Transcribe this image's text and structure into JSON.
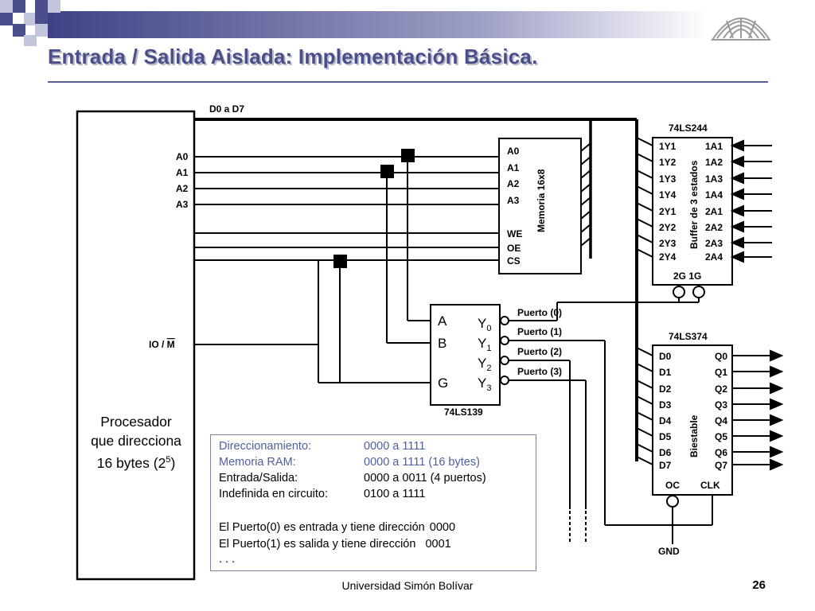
{
  "slide": {
    "title": "Entrada / Salida Aislada:  Implementación Básica.",
    "footer": "Universidad Simón Bolívar",
    "page_number": "26"
  },
  "diagram": {
    "bus_label": "D0 a D7",
    "processor": {
      "line1": "Procesador",
      "line2": "que direcciona",
      "line3": "16 bytes (2",
      "sup": "5",
      "line3_end": ")",
      "pins": [
        "A0",
        "A1",
        "A2",
        "A3"
      ],
      "io_m": "IO / ",
      "io_m_bar": "M"
    },
    "memory": {
      "name": "Memoria 16x8",
      "pins": [
        "A0",
        "A1",
        "A2",
        "A3",
        "WE",
        "OE",
        "CS"
      ]
    },
    "buffer": {
      "chip": "74LS244",
      "name": "Buffer de 3 estados",
      "left_pins": [
        "1Y1",
        "1Y2",
        "1Y3",
        "1Y4",
        "2Y1",
        "2Y2",
        "2Y3",
        "2Y4"
      ],
      "right_pins": [
        "1A1",
        "1A2",
        "1A3",
        "1A4",
        "2A1",
        "2A2",
        "2A3",
        "2A4"
      ],
      "enable": "2G 1G"
    },
    "decoder": {
      "chip": "74LS139",
      "inputs": [
        "A",
        "B",
        "G"
      ],
      "outputs": [
        "Y",
        "Y",
        "Y",
        "Y"
      ],
      "output_subs": [
        "0",
        "1",
        "2",
        "3"
      ],
      "ports": [
        "Puerto (0)",
        "Puerto (1)",
        "Puerto (2)",
        "Puerto (3)"
      ]
    },
    "latch": {
      "chip": "74LS374",
      "name": "Biestable",
      "left_pins": [
        "D0",
        "D1",
        "D2",
        "D3",
        "D4",
        "D5",
        "D6",
        "D7"
      ],
      "right_pins": [
        "Q0",
        "Q1",
        "Q2",
        "Q3",
        "Q4",
        "Q5",
        "Q6",
        "Q7"
      ],
      "oc": "OC",
      "clk": "CLK",
      "gnd": "GND"
    }
  },
  "info": {
    "rows": [
      {
        "key": "Direccionamiento:",
        "value": "0000 a 1111",
        "color": "#4f5fa0"
      },
      {
        "key": "Memoria RAM:",
        "value": "0000 a 1111 (16 bytes)",
        "color": "#4f5fa0"
      },
      {
        "key": "Entrada/Salida:",
        "value": "0000 a 0011 (4 puertos)",
        "color": "#000000"
      },
      {
        "key": "Indefinida en circuito:",
        "value": "0100 a 1111",
        "color": "#000000"
      }
    ],
    "note1_text": "El Puerto(0) es entrada y tiene dirección",
    "note1_value": "0000",
    "note2_text": "El Puerto(1) es salida y tiene dirección",
    "note2_value": "0001",
    "ellipsis": ". . ."
  },
  "colors": {
    "title": "#4a4e8a",
    "accent_square_dark": "#4a4e8a",
    "accent_square_light": "#b9bbd6"
  }
}
